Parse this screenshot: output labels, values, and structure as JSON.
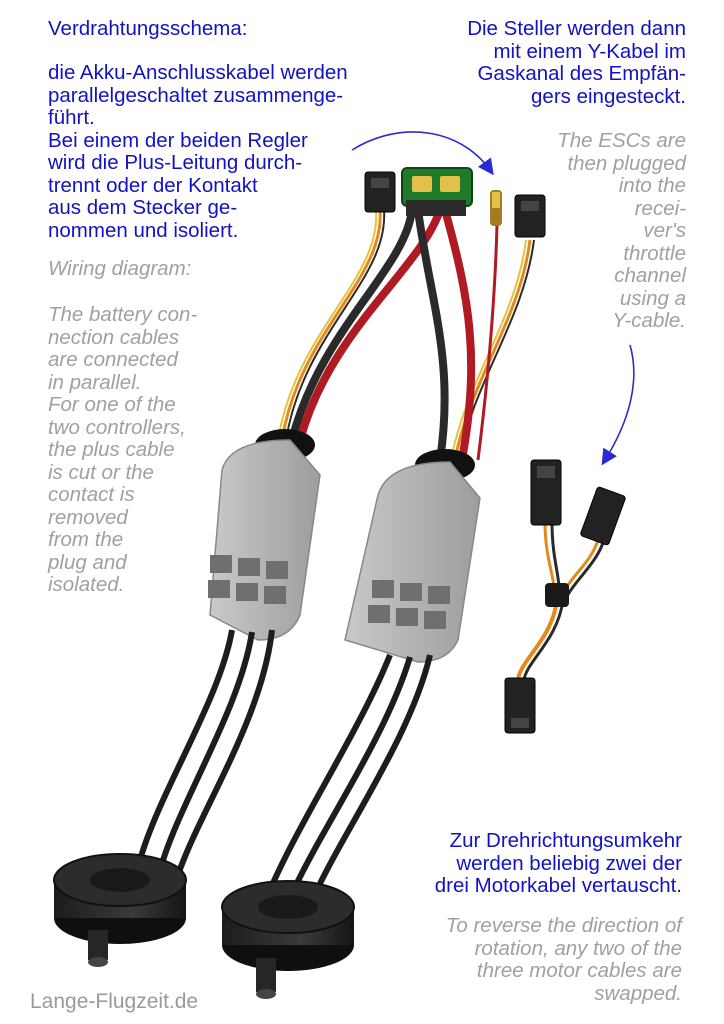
{
  "de_left": {
    "title": "Verdrahtungsschema:",
    "body": "die Akku-Anschlusskabel werden\nparallelgeschaltet zusammenge-\nführt.\nBei einem der beiden Regler\nwird die Plus-Leitung durch-\ntrennt oder der Kontakt\naus dem Stecker ge-\nnommen und isoliert."
  },
  "en_left": {
    "title": "Wiring diagram:",
    "body": "The battery con-\nnection cables\nare connected\nin parallel.\nFor one of the\ntwo controllers,\nthe plus cable\nis cut or the\ncontact is\nremoved\nfrom the\nplug and\nisolated."
  },
  "de_right": "Die Steller werden dann\nmit einem Y-Kabel im\nGaskanal des Empfän-\ngers eingesteckt.",
  "en_right": "The ESCs are\nthen plugged\ninto the\nrecei-\nver's\nthrottle\nchannel\nusing a\nY-cable.",
  "de_bottom": "Zur Drehrichtungsumkehr\nwerden beliebig zwei der\ndrei Motorkabel vertauscht.",
  "en_bottom": "To reverse the direction of\nrotation, any two of the\nthree motor cables are\nswapped.",
  "footer": "Lange-Flugzeit.de",
  "colors": {
    "heading_blue": "#1212c4",
    "english_gray": "#a0a0a0",
    "arrow_blue": "#2a2ad0",
    "cable_red": "#b01a22",
    "cable_black": "#2a2a2a",
    "xt60_green": "#1f7a2a",
    "signal_orange": "#e38a1c",
    "signal_yellow": "#e8c13a",
    "esc_gray": "#b9b9b9"
  },
  "icons": [
    "xt60-connector-icon",
    "servo-plug-icon",
    "esc-icon",
    "brushless-motor-icon",
    "y-cable-icon"
  ]
}
